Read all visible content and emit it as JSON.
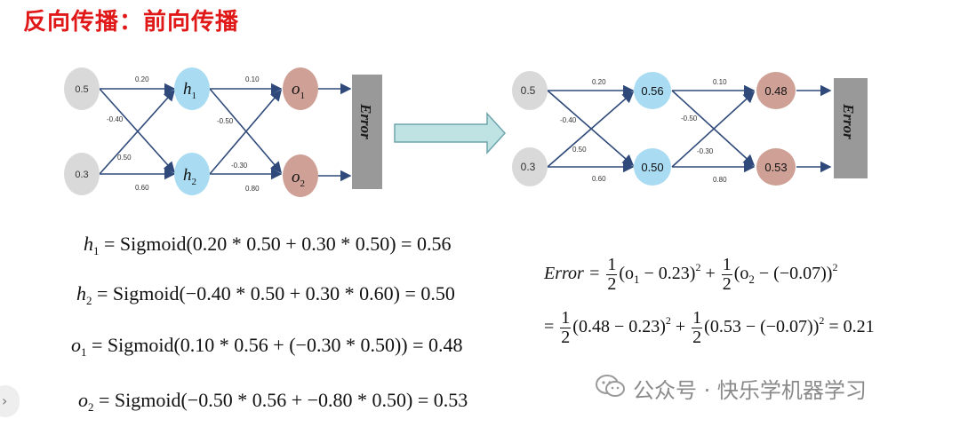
{
  "title": "反向传播：前向传播",
  "left_network": {
    "inputs": [
      "0.5",
      "0.3"
    ],
    "hidden": [
      "h",
      "h"
    ],
    "hidden_sub": [
      "1",
      "2"
    ],
    "outputs": [
      "o",
      "o"
    ],
    "outputs_sub": [
      "1",
      "2"
    ],
    "weights_in": [
      "0.20",
      "-0.40",
      "0.50",
      "0.60"
    ],
    "weights_out": [
      "0.10",
      "-0.50",
      "-0.30",
      "0.80"
    ],
    "error_label": "Error"
  },
  "right_network": {
    "inputs": [
      "0.5",
      "0.3"
    ],
    "hidden": [
      "0.56",
      "0.50"
    ],
    "outputs": [
      "0.48",
      "0.53"
    ],
    "weights_in": [
      "0.20",
      "-0.40",
      "0.50",
      "0.60"
    ],
    "weights_out": [
      "0.10",
      "-0.50",
      "-0.30",
      "0.80"
    ],
    "error_label": "Error"
  },
  "equations": {
    "h1": {
      "var": "h",
      "sub": "1",
      "rhs": " = Sigmoid(0.20 * 0.50 + 0.30 * 0.50) = 0.56"
    },
    "h2": {
      "var": "h",
      "sub": "2",
      "rhs": " = Sigmoid(−0.40 * 0.50 + 0.30 * 0.60) = 0.50"
    },
    "o1": {
      "var": "o",
      "sub": "1",
      "rhs": " = Sigmoid(0.10 * 0.56 + (−0.30 * 0.50)) = 0.48"
    },
    "o2": {
      "var": "o",
      "sub": "2",
      "rhs": " = Sigmoid(−0.50 * 0.56 + −0.80 * 0.50) = 0.53"
    }
  },
  "error_eq": {
    "lhs": "Error = ",
    "half": [
      "1",
      "2"
    ],
    "term1_open": "(o",
    "term1_sub": "1",
    "term1_rest": " − 0.23)",
    "sq": "2",
    "plus": " + ",
    "term2_open": "(o",
    "term2_sub": "2",
    "term2_rest": " − (−0.07))",
    "line2_prefix": "= ",
    "line2_term1": "(0.48 − 0.23)",
    "line2_term2": "(0.53 − (−0.07))",
    "line2_result": " = 0.21"
  },
  "watermark": "公众号 · 快乐学机器学习",
  "side_tab_icon": "chevron-right-icon",
  "colors": {
    "title": "#e01818",
    "input_node": "#d9d9d9",
    "hidden_node": "#a9dcf2",
    "output_node": "#cfa096",
    "error_box": "#999999",
    "arrow_fill": "#bfe3e3",
    "arrow_stroke": "#6fa6ad",
    "edge": "#2f4a7a"
  }
}
